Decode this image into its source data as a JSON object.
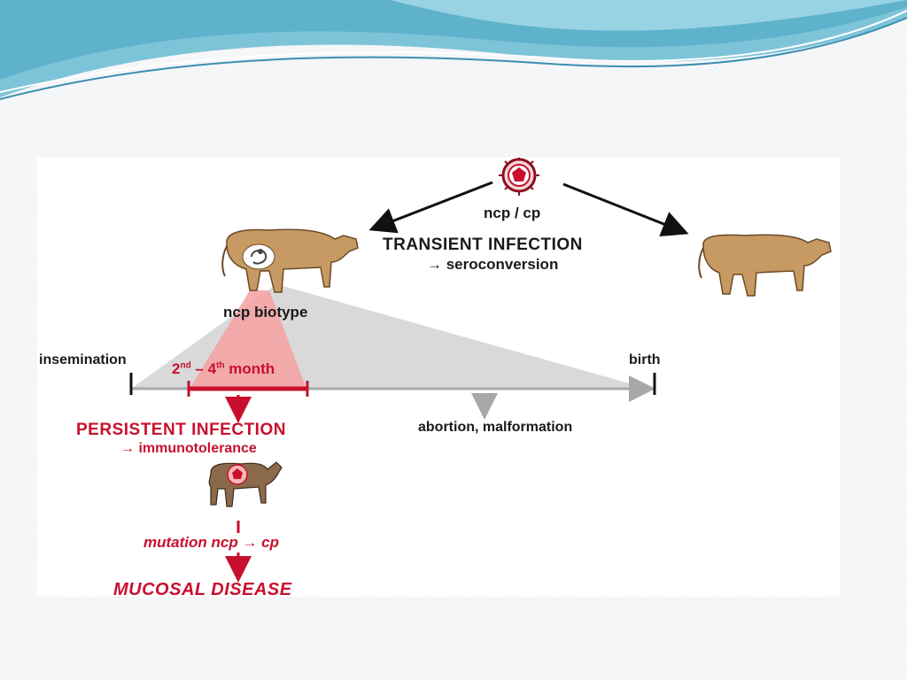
{
  "colors": {
    "accent_red": "#c8102e",
    "triangle_grey": "#d9d9d9",
    "wave_blue": "#7ec4d8",
    "cow_brown": "#c89a63"
  },
  "diagram": {
    "virus_label": "ncp / cp",
    "transient_infection": "TRANSIENT INFECTION",
    "seroconversion": "→ seroconversion",
    "ncp_biotype": "ncp biotype",
    "insemination": "insemination",
    "birth": "birth",
    "month_range": {
      "start": "2",
      "start_sup": "nd",
      "dash": " – ",
      "end": "4",
      "end_sup": "th",
      "suffix": " month"
    },
    "abortion": "abortion, malformation",
    "persistent_infection": "PERSISTENT INFECTION",
    "immunotolerance": "→ immunotolerance",
    "mutation": "mutation ncp → cp",
    "mucosal_disease": "MUCOSAL DISEASE"
  },
  "icons": [
    "virus-icon",
    "pregnant-cow-icon",
    "fetus-icon",
    "cow-icon",
    "calf-icon"
  ]
}
